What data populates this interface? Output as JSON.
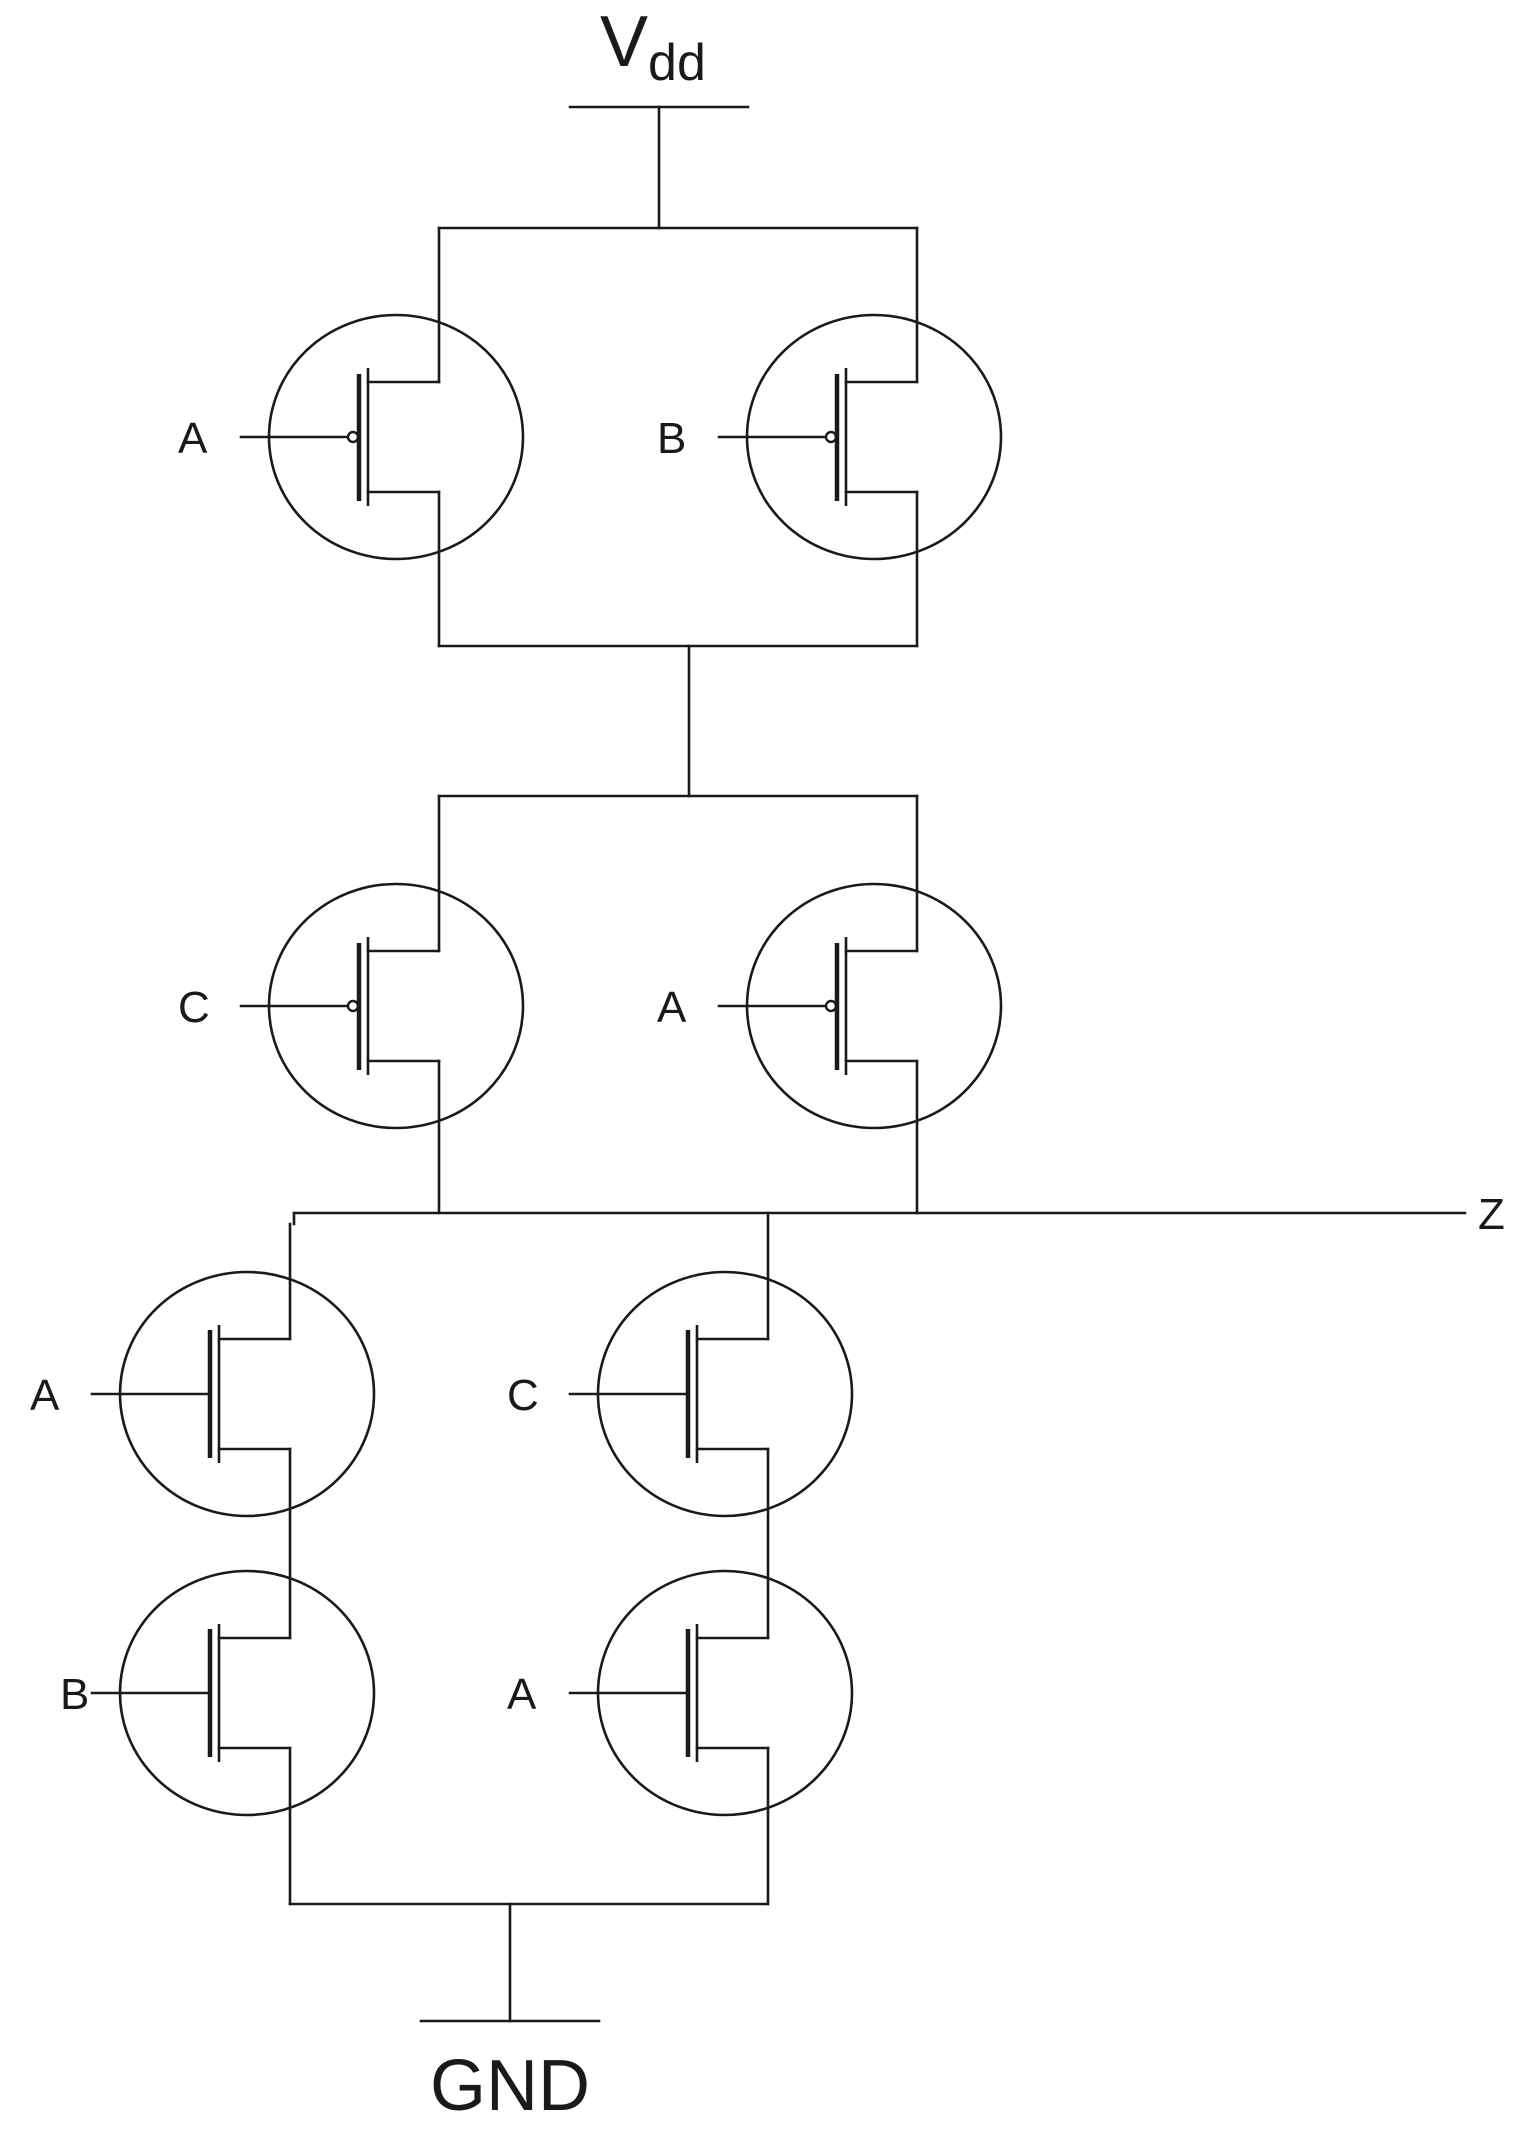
{
  "supply": {
    "name": "V",
    "subscript": "dd"
  },
  "ground": {
    "label": "GND"
  },
  "output": {
    "label": "Z"
  },
  "pmos": [
    {
      "gate": "A"
    },
    {
      "gate": "B"
    },
    {
      "gate": "C"
    },
    {
      "gate": "A"
    }
  ],
  "nmos": [
    {
      "gate": "A"
    },
    {
      "gate": "C"
    },
    {
      "gate": "B"
    },
    {
      "gate": "A"
    }
  ]
}
